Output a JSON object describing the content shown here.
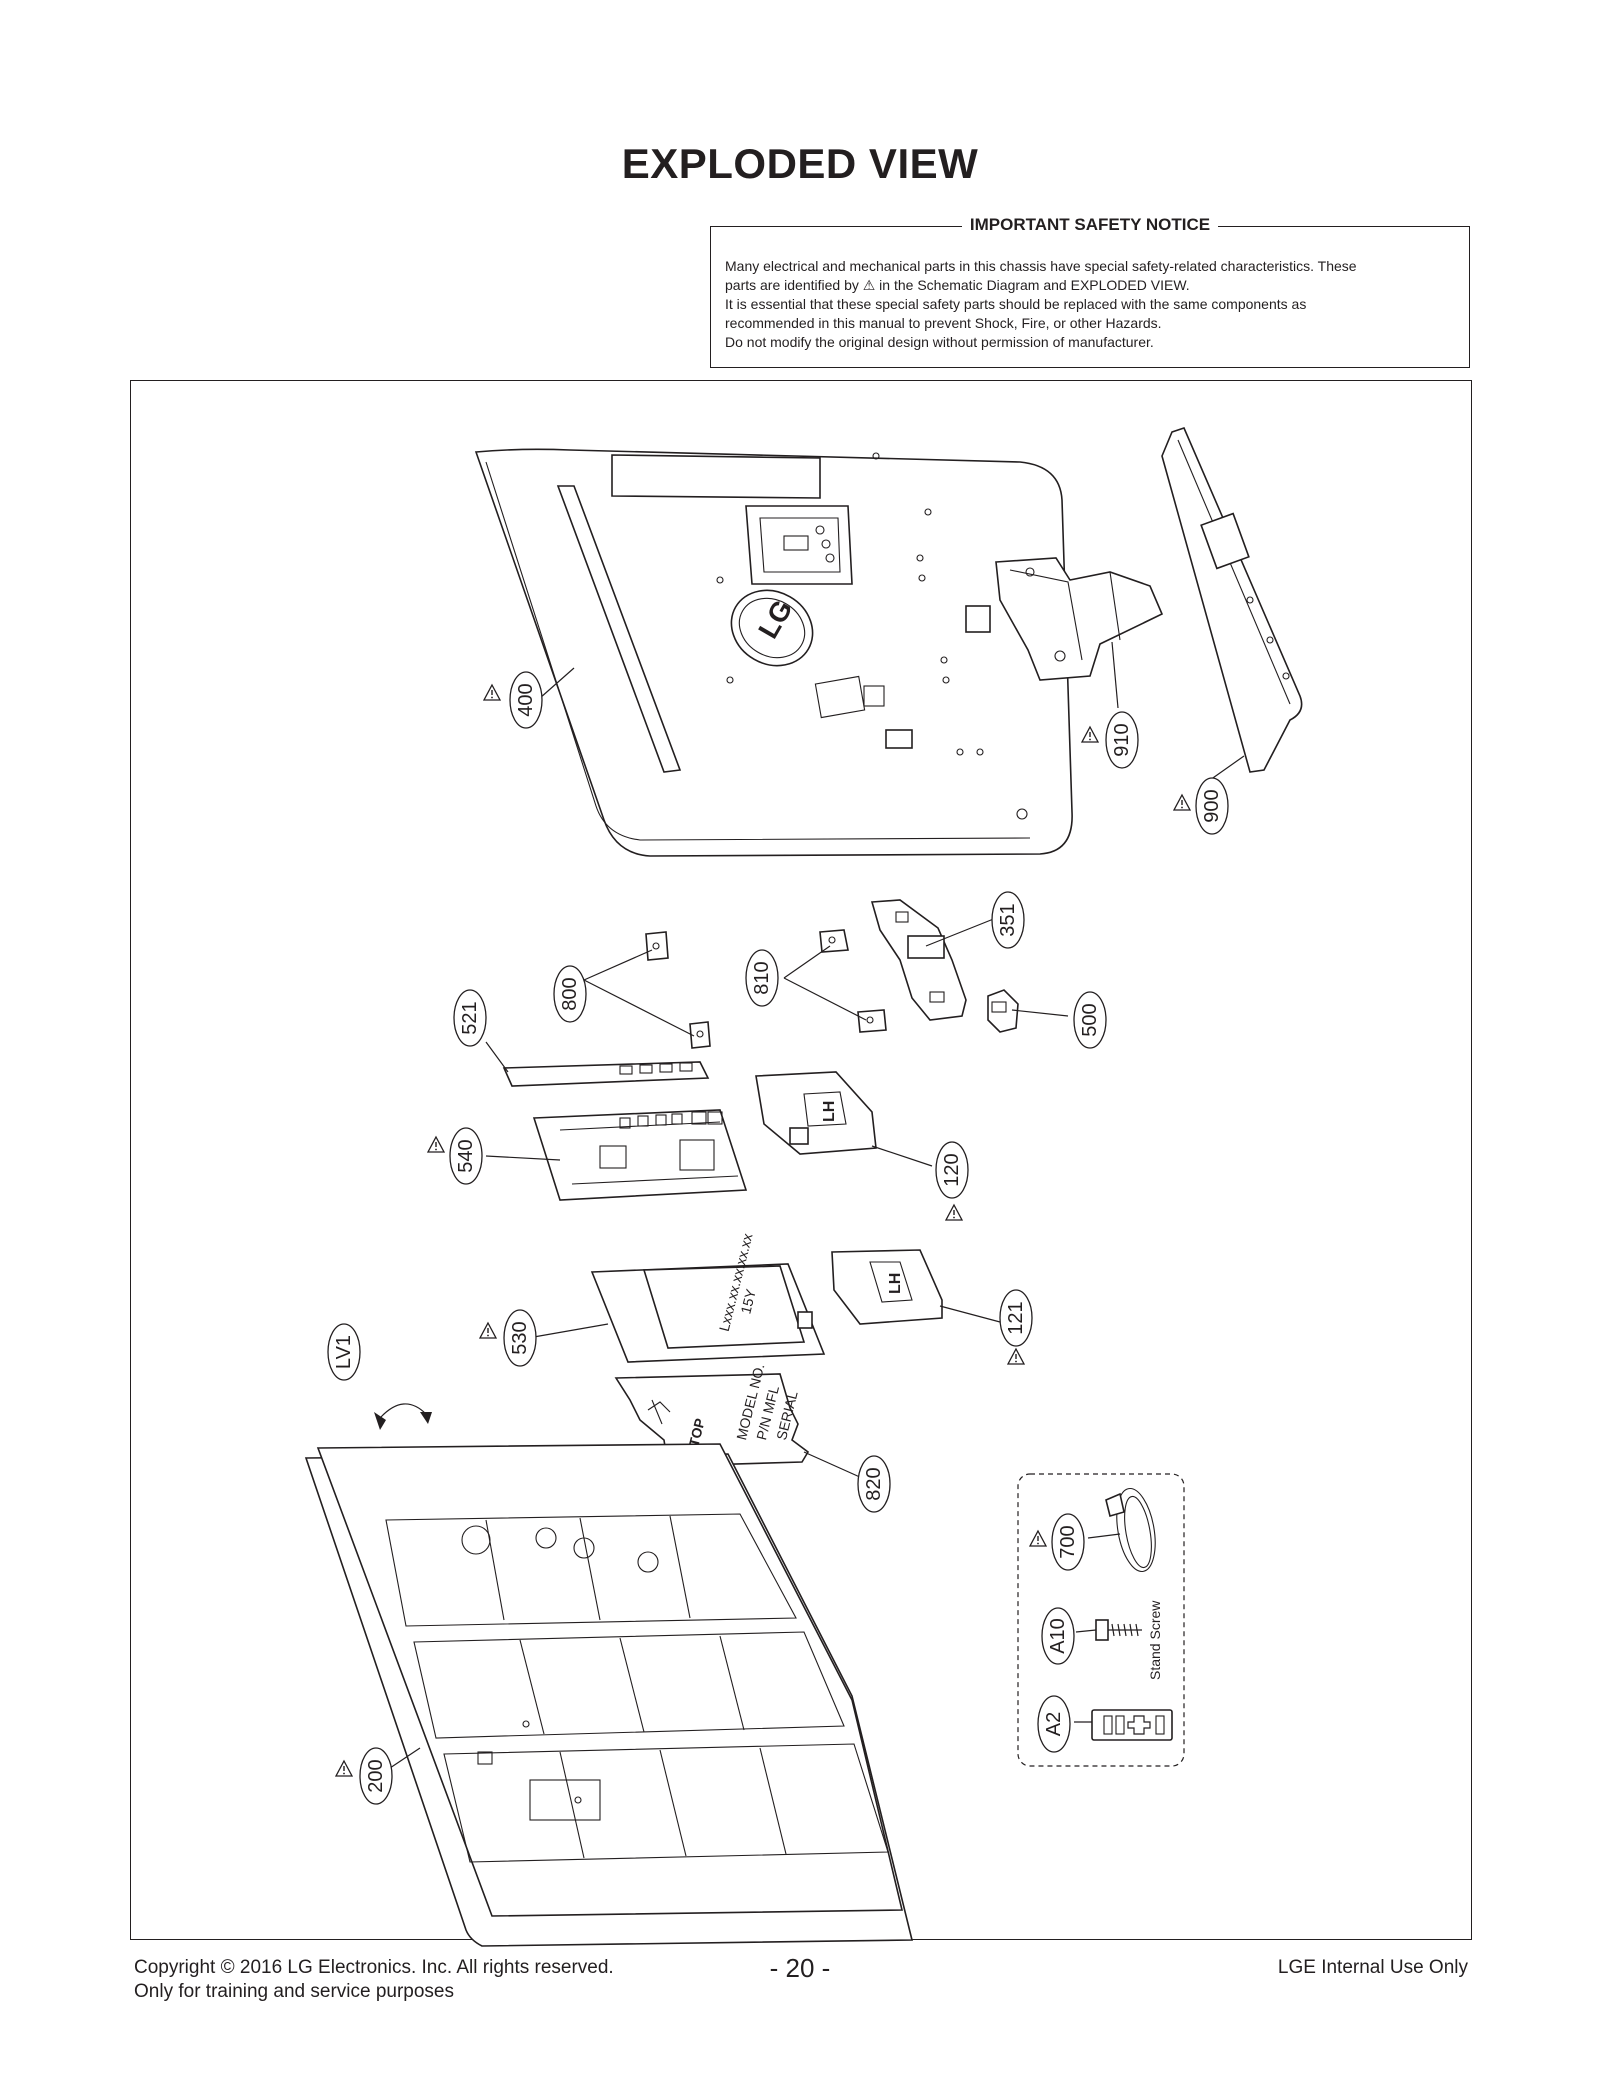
{
  "page": {
    "title": "EXPLODED VIEW",
    "notice_title": "IMPORTANT SAFETY NOTICE",
    "notice_lines": [
      "Many electrical and mechanical parts in this chassis have special safety-related characteristics. These",
      "parts are identified by ⚠ in the Schematic Diagram and EXPLODED VIEW.",
      "It is essential that these special safety parts should be replaced with the same components as",
      "recommended in this manual to prevent Shock, Fire, or other Hazards.",
      "Do not modify the original design without permission of manufacturer."
    ]
  },
  "parts": {
    "p400": "400",
    "p910": "910",
    "p900": "900",
    "p351": "351",
    "p810": "810",
    "p800": "800",
    "p521": "521",
    "p500": "500",
    "p540": "540",
    "p120": "120",
    "p530": "530",
    "p121": "121",
    "pLV1": "LV1",
    "p820": "820",
    "p700": "700",
    "pA10": "A10",
    "pA2": "A2",
    "p200": "200"
  },
  "accessories": {
    "stand_screw_label": "Stand Screw"
  },
  "marks": {
    "back_cover_logo": "LG",
    "board_120": "LH",
    "board_121": "LH",
    "board_530_l1": "Lxxx.xx.xx.xx.xx",
    "board_530_l2": "15Y",
    "sheet_820_l1": "TOP",
    "sheet_820_l2": "MODEL NO.",
    "sheet_820_l3": "P/N MFL",
    "sheet_820_l4": "SERIAL"
  },
  "footer": {
    "copyright": "Copyright  © 2016  LG Electronics. Inc. All rights reserved.",
    "purpose": "Only for training and service purposes",
    "page_number": "- 20 -",
    "internal": "LGE Internal Use Only"
  }
}
